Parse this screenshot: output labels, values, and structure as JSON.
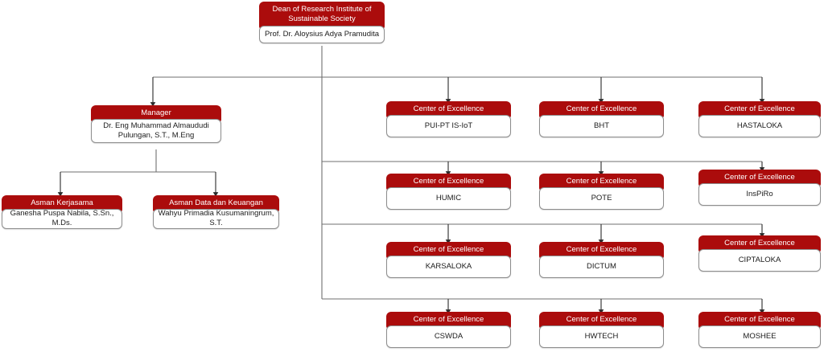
{
  "org_chart": {
    "accent_color": "#AB0C0C",
    "box_body_color": "#FFFFFF",
    "border_color": "#8D8D8D",
    "root": {
      "title": "Dean of Research Institute of Sustainable Society",
      "name": "Prof. Dr. Aloysius Adya Pramudita"
    },
    "manager": {
      "title": "Manager",
      "name": "Dr. Eng Muhammad Almaududi Pulungan, S.T., M.Eng"
    },
    "assistants": [
      {
        "title": "Asman Kerjasama",
        "name": "Ganesha Puspa Nabila, S.Sn., M.Ds."
      },
      {
        "title": "Asman Data dan Keuangan",
        "name": "Wahyu Primadia Kusumaningrum, S.T."
      }
    ],
    "coe_label": "Center of Excellence",
    "centers_of_excellence": [
      {
        "title": "Center of Excellence",
        "name": "PUI-PT IS-IoT"
      },
      {
        "title": "Center of Excellence",
        "name": "BHT"
      },
      {
        "title": "Center of Excellence",
        "name": "HASTALOKA"
      },
      {
        "title": "Center of Excellence",
        "name": "HUMIC"
      },
      {
        "title": "Center of Excellence",
        "name": "POTE"
      },
      {
        "title": "Center of Excellence",
        "name": "InsPiRo"
      },
      {
        "title": "Center of Excellence",
        "name": "KARSALOKA"
      },
      {
        "title": "Center of Excellence",
        "name": "DICTUM"
      },
      {
        "title": "Center of Excellence",
        "name": "CIPTALOKA"
      },
      {
        "title": "Center of Excellence",
        "name": "CSWDA"
      },
      {
        "title": "Center of Excellence",
        "name": "HWTECH"
      },
      {
        "title": "Center of Excellence",
        "name": "MOSHEE"
      }
    ]
  }
}
